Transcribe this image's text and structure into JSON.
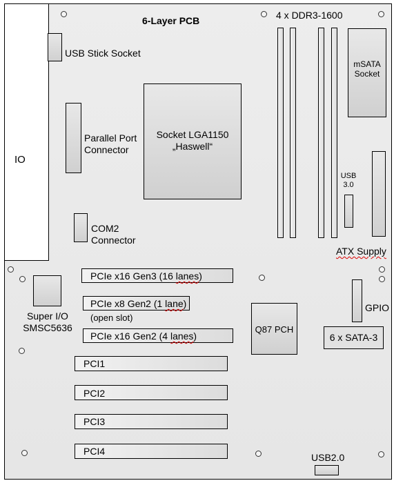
{
  "title": "6-Layer PCB",
  "labels": {
    "io": "IO",
    "usb_stick": "USB Stick Socket",
    "parallel_line1": "Parallel Port",
    "parallel_line2": "Connector",
    "socket_line1": "Socket LGA1150",
    "socket_line2": "„Haswell“",
    "ddr3": "4 x DDR3-1600",
    "msata_line1": "mSATA",
    "msata_line2": "Socket",
    "usb3_line1": "USB",
    "usb3_line2": "3.0",
    "atx_supply": "ATX Supply",
    "com2_line1": "COM2",
    "com2_line2": "Connector",
    "superio_line1": "Super I/O",
    "superio_line2": "SMSC5636",
    "pcie_x16_gen3_a": "PCIe",
    "pcie_x16_gen3_b": " x16 Gen3 (16 ",
    "pcie_x16_gen3_c": "lanes",
    "pcie_x16_gen3_d": ")",
    "pcie_x8_gen2_a": "PCIe",
    "pcie_x8_gen2_b": " x8 Gen2 (1 ",
    "pcie_x8_gen2_c": "lane",
    "pcie_x8_gen2_d": ")",
    "open_slot": "(open slot)",
    "pcie_x16_gen2_a": "PCIe",
    "pcie_x16_gen2_b": " x16 Gen2 (4 ",
    "pcie_x16_gen2_c": "lanes",
    "pcie_x16_gen2_d": ")",
    "q87_pch": "Q87 PCH",
    "gpio": "GPIO",
    "sata": "6 x SATA-3",
    "pci1": "PCI1",
    "pci2": "PCI2",
    "pci3": "PCI3",
    "pci4": "PCI4",
    "usb2": "USB2.0"
  }
}
